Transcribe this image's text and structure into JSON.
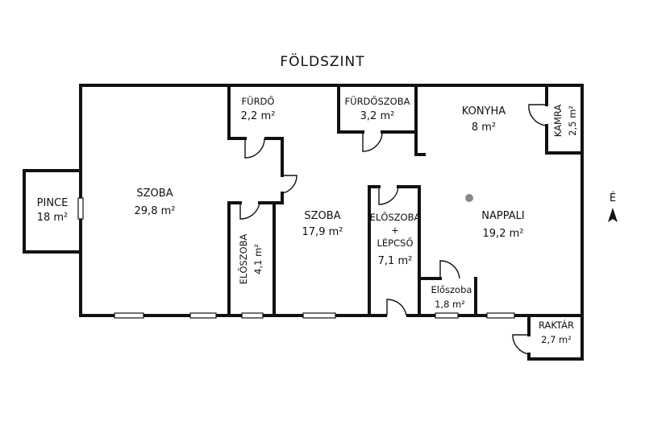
{
  "title": "FÖLDSZINT",
  "north": "É",
  "rooms": {
    "pince": {
      "name": "PINCE",
      "area": "18 m²"
    },
    "szoba1": {
      "name": "SZOBA",
      "area": "29,8 m²"
    },
    "furdo": {
      "name": "FÜRDŐ",
      "area": "2,2 m²"
    },
    "eloszoba1": {
      "name": "ELŐSZOBA",
      "area": "4,1 m²"
    },
    "szoba2": {
      "name": "SZOBA",
      "area": "17,9 m²"
    },
    "furdoszoba": {
      "name": "FÜRDŐSZOBA",
      "area": "3,2 m²"
    },
    "eloszoba_lepcso": {
      "name_line1": "ELŐSZOBA",
      "name_line2": "+",
      "name_line3": "LÉPCSŐ",
      "area": "7,1 m²"
    },
    "konyha": {
      "name": "KONYHA",
      "area": "8 m²"
    },
    "kamra": {
      "name": "KAMRA",
      "area": "2,5 m²"
    },
    "nappali": {
      "name": "NAPPALI",
      "area": "19,2 m²"
    },
    "eloszoba_small": {
      "name": "Előszoba",
      "area": "1,8 m²"
    },
    "raktar": {
      "name": "RAKTÁR",
      "area": "2,7 m²"
    }
  }
}
